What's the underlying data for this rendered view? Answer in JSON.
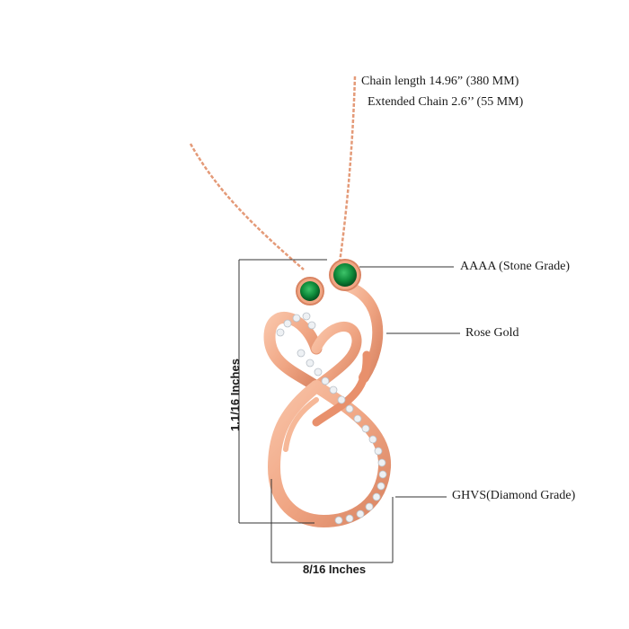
{
  "callouts": {
    "chain_length": "Chain length 14.96” (380 MM)",
    "extended_chain": "Extended Chain 2.6’’ (55 MM)",
    "stone_grade": "AAAA (Stone Grade)",
    "metal": "Rose Gold",
    "diamond_grade": "GHVS(Diamond Grade)"
  },
  "dimensions": {
    "height": "1.1/16 Inches",
    "width": "8/16 Inches"
  },
  "colors": {
    "rose_gold": "#f0a684",
    "rose_gold_dark": "#d98462",
    "emerald": "#0e8a3a",
    "diamond": "#eef1f4",
    "line": "#333333"
  }
}
